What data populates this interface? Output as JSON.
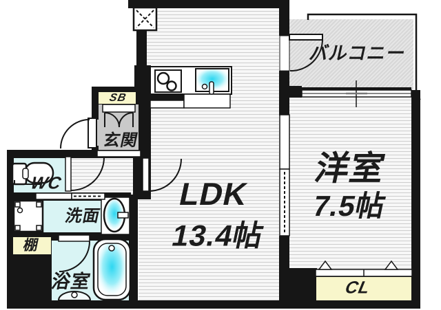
{
  "floorplan": {
    "rooms": {
      "ldk": {
        "label": "LDK",
        "size": "13.4帖"
      },
      "bedroom": {
        "label": "洋室",
        "size": "7.5帖"
      },
      "balcony": {
        "label": "バルコニー"
      },
      "entrance": {
        "label": "玄関"
      },
      "wc": {
        "label": "WC"
      },
      "washroom": {
        "label": "洗面"
      },
      "bathroom": {
        "label": "浴室"
      },
      "shelf": {
        "label": "棚"
      },
      "shoe_box": {
        "label": "SB"
      },
      "closet": {
        "label": "CL"
      }
    },
    "fixtures": [
      "range-hood",
      "gas-stove",
      "kitchen-sink",
      "toilet",
      "washing-machine-pan",
      "vanity-sink",
      "bathtub",
      "bath-drain"
    ],
    "colors": {
      "wall": "#161616",
      "floor_stripe": "#cdcdcd",
      "wet_area": "#d9f4f4",
      "storage": "#f8f6cb",
      "entrance_floor": "#c9c9c9",
      "water_accent": "#2ed7f1",
      "balcony_hatch": "#d9d9d9"
    }
  }
}
